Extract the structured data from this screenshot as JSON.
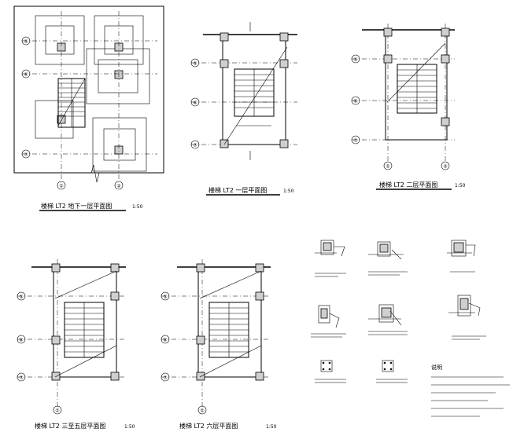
{
  "sheet": {
    "plans": [
      {
        "id": "p1",
        "title": "楼梯 LT2 地下一层平面图",
        "scale": "1:50",
        "axes_v": [
          "①",
          "②"
        ],
        "axes_h": [
          "⑤",
          "⑥",
          "⑦"
        ]
      },
      {
        "id": "p2",
        "title": "楼梯 LT2 一层平面图",
        "scale": "1:50",
        "axes_v": [],
        "axes_h": [
          "⑤",
          "⑥",
          "⑦"
        ]
      },
      {
        "id": "p3",
        "title": "楼梯 LT2 二层平面图",
        "scale": "1:50",
        "axes_v": [
          "①",
          "②"
        ],
        "axes_h": [
          "⑤",
          "⑥",
          "⑦"
        ]
      },
      {
        "id": "p4",
        "title": "楼梯 LT2 三至五层平面图",
        "scale": "1:50",
        "axes_v": [
          "①"
        ],
        "axes_h": [
          "⑤",
          "⑥",
          "⑦"
        ]
      },
      {
        "id": "p5",
        "title": "楼梯 LT2 六层平面图",
        "scale": "1:50",
        "axes_v": [
          "①"
        ],
        "axes_h": [
          "⑤",
          "⑥",
          "⑦"
        ]
      }
    ],
    "details": {
      "notes_title": "说明"
    }
  }
}
